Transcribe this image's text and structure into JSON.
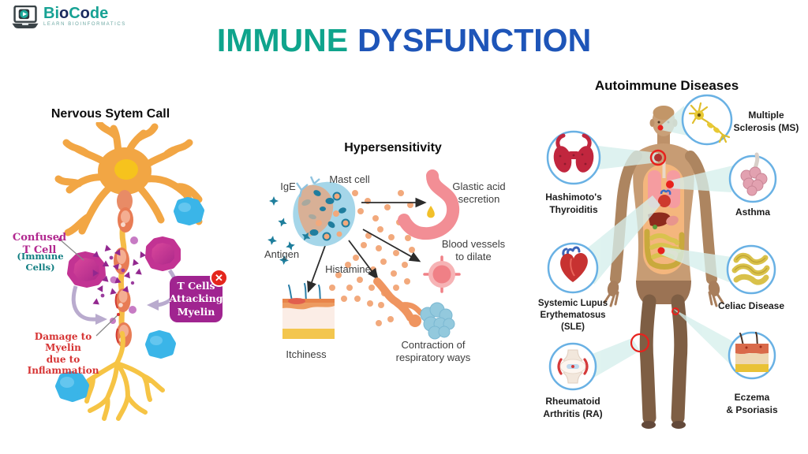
{
  "logo": {
    "s1": "Bi",
    "s2": "o",
    "s3": "C",
    "s4": "o",
    "s5": "de",
    "tagline": "LEARN BIOINFORMATICS"
  },
  "title": {
    "word1": "IMMUNE",
    "word2": "DYSFUNCTION"
  },
  "nervous": {
    "heading": "Nervous Sytem Call",
    "confused_t_cell": "Confused\nT Cell",
    "immune_cells": "(Immune Cells)",
    "attack_box": "T Cells\nAttacking\nMyelin",
    "damage": "Damage to Myelin\ndue to Inflammation",
    "x_badge": "✕"
  },
  "hypersensitivity": {
    "heading": "Hypersensitivity",
    "ige": "IgE",
    "mast_cell": "Mast cell",
    "antigen": "Antigen",
    "histamine": "Histamine",
    "gastric_acid": "Glastic acid\nsecretion",
    "blood_vessels": "Blood vessels\nto dilate",
    "itchiness": "Itchiness",
    "respiratory": "Contraction of\nrespiratory ways"
  },
  "autoimmune": {
    "heading": "Autoimmune Diseases",
    "diseases": [
      {
        "name": "Hashimoto's\nThyroiditis"
      },
      {
        "name": "Multiple\nSclerosis (MS)"
      },
      {
        "name": "Asthma"
      },
      {
        "name": "Systemic Lupus\nErythematosus (SLE)"
      },
      {
        "name": "Celiac Disease"
      },
      {
        "name": "Rheumatoid\nArthritis (RA)"
      },
      {
        "name": "Eczema\n& Psoriasis"
      }
    ]
  },
  "colors": {
    "teal": "#0FA48C",
    "blue": "#1E55B8",
    "magenta": "#A02490",
    "red": "#D92B21",
    "circle_border": "#69B1E4"
  }
}
